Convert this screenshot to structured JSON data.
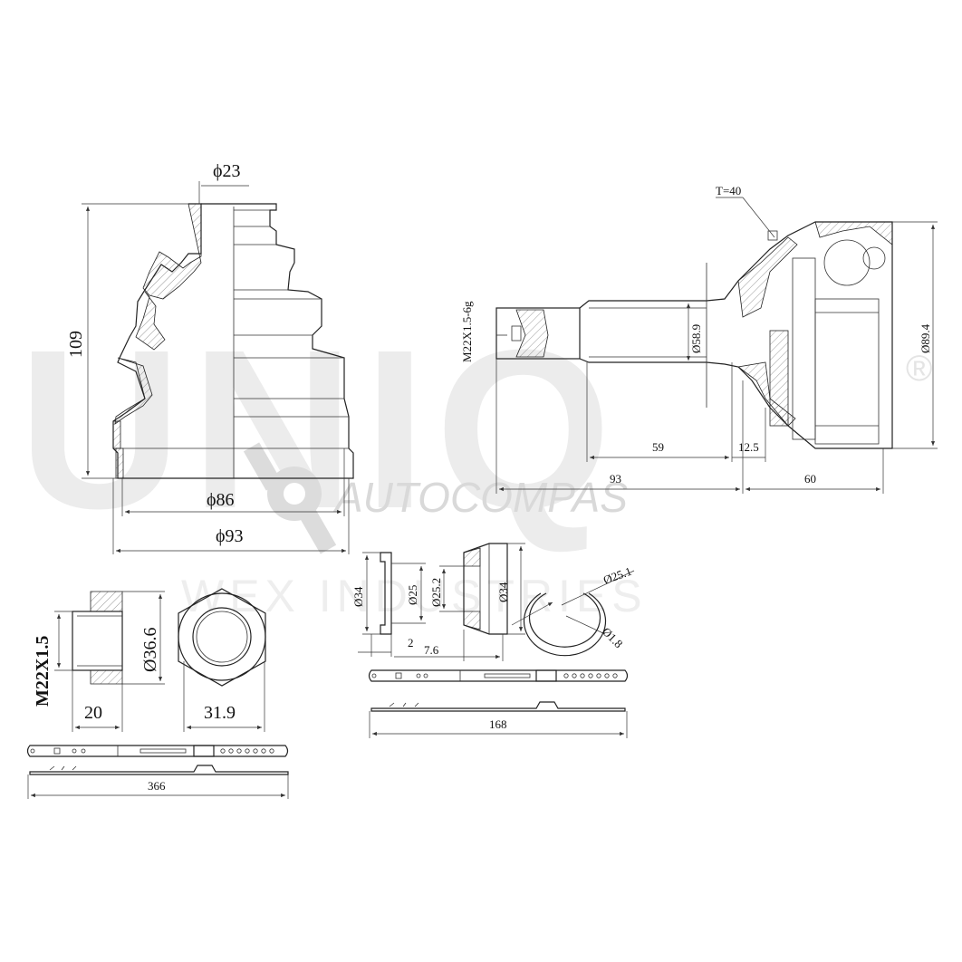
{
  "watermark": {
    "brand": "UNIQ",
    "registered": "®",
    "line1": "AUTOCOMPAS",
    "line2": "WEX INDUSTRIES",
    "color": "#e6e6e6"
  },
  "boot": {
    "d_small": "ϕ23",
    "height": "109",
    "d_inner": "ϕ86",
    "d_outer": "ϕ93"
  },
  "joint": {
    "thickness": "T=40",
    "thread": "M22X1.5-6g",
    "shaft_d": "Ø58.9",
    "outer_d": "Ø89.4",
    "len_59": "59",
    "len_12_5": "12.5",
    "len_93": "93",
    "len_60": "60"
  },
  "nut": {
    "thread": "M22X1.5",
    "d": "Ø36.6",
    "width": "20",
    "across": "31.9"
  },
  "rings": {
    "d34a": "Ø34",
    "d25": "Ø25",
    "d25_2": "Ø25.2",
    "d34b": "Ø34",
    "w2": "2",
    "w7_6": "7.6",
    "circlip_d": "Ø25.1",
    "wire_d": "Ø1.8"
  },
  "clamps": {
    "small_len": "168",
    "large_len": "366"
  }
}
